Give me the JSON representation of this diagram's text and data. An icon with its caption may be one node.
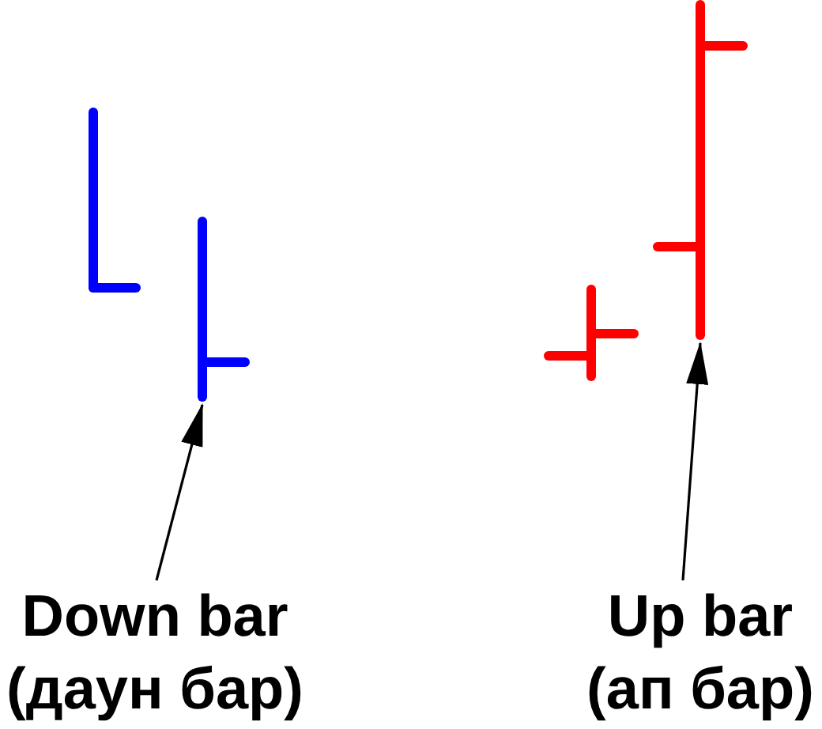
{
  "diagram": {
    "nodes": [
      {
        "text": [],
        "shape": "bar"
      },
      {
        "text": [],
        "shape": "bar"
      },
      {
        "text": [],
        "shape": "bar"
      },
      {
        "text": [],
        "shape": "bar"
      },
      {
        "text": [
          "Down bar",
          "(даун бар)"
        ]
      },
      {
        "text": [
          "Up bar",
          "(ап бар)"
        ]
      }
    ],
    "edges": [
      {
        "from": 4,
        "to": 1,
        "arrow": "to"
      },
      {
        "from": 5,
        "to": 3,
        "arrow": "to"
      }
    ]
  }
}
